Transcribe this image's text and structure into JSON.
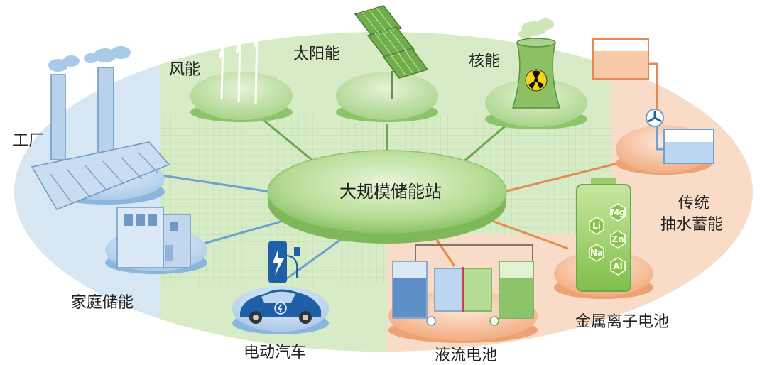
{
  "center": {
    "label": "大规模储能站"
  },
  "nodes": {
    "wind": {
      "label": "风能"
    },
    "solar": {
      "label": "太阳能"
    },
    "nuclear": {
      "label": "核能"
    },
    "factory": {
      "label": "工厂"
    },
    "home": {
      "label": "家庭储能"
    },
    "ev": {
      "label": "电动汽车"
    },
    "flow": {
      "label": "液流电池"
    },
    "metal": {
      "label": "金属离子电池"
    },
    "hydro": {
      "label_line1": "传统",
      "label_line2": "抽水蓄能"
    }
  },
  "battery_elements": [
    "Mg",
    "Li",
    "Zn",
    "Na",
    "Al"
  ],
  "colors": {
    "green_region": "#cfe6b8",
    "blue_region": "#cfe0f0",
    "orange_region": "#f8d9c4",
    "green_disc": "#a9d38a",
    "blue_disc": "#a9c9e8",
    "orange_disc": "#f4b48c",
    "line_green": "#6aa84f",
    "line_blue": "#6fa0cf",
    "line_orange": "#e58a52"
  }
}
